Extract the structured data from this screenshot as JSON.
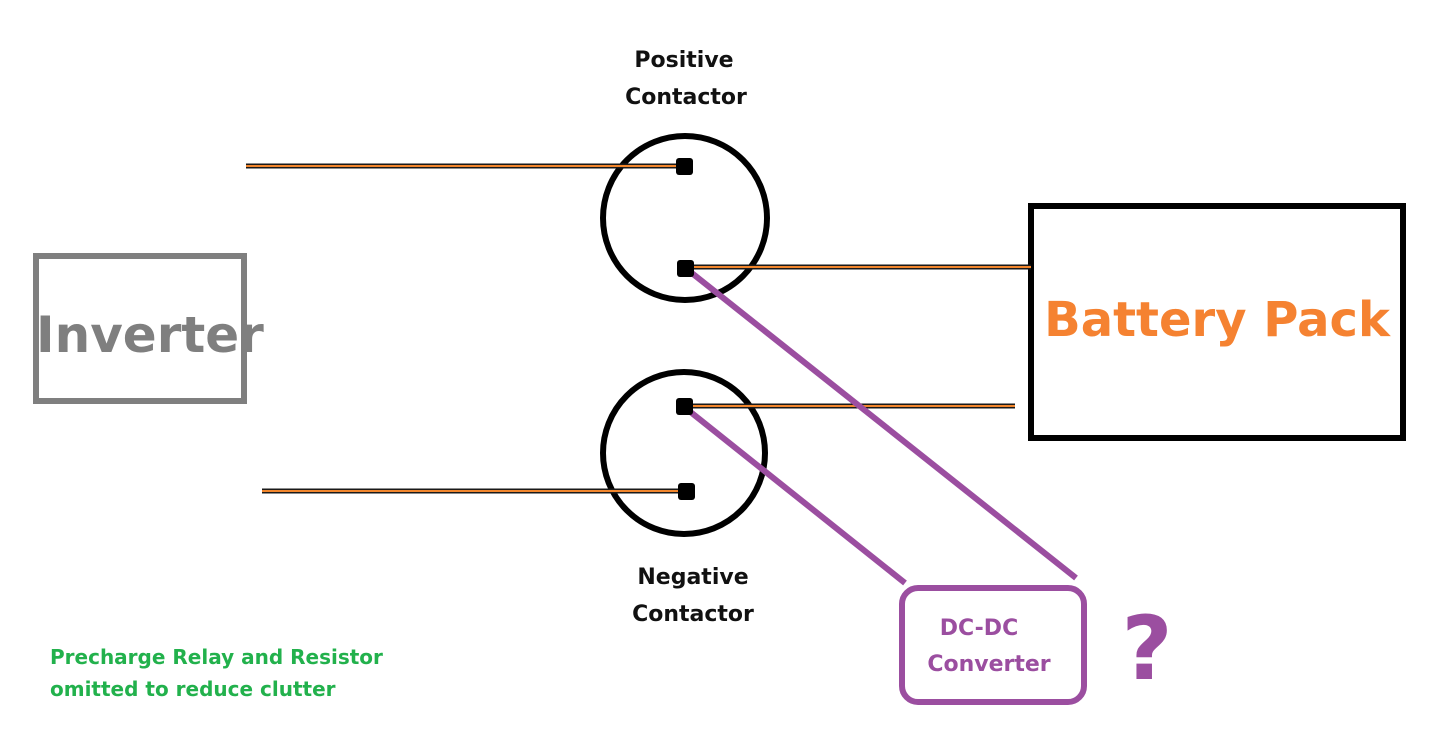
{
  "contactors": {
    "positive": {
      "line1": "Positive",
      "line2": "Contactor"
    },
    "negative": {
      "line1": "Negative",
      "line2": "Contactor"
    }
  },
  "inverter": {
    "label": "Inverter"
  },
  "battery_pack": {
    "label": "Battery Pack"
  },
  "dcdc_converter": {
    "line1": "DC-DC",
    "line2": "Converter",
    "query_mark": "?"
  },
  "note": {
    "line1": "Precharge Relay and Resistor",
    "line2": "omitted to reduce clutter"
  },
  "colors": {
    "wire": "#f2862c",
    "wire_edge": "#1a1a1a",
    "dcdc": "#9b4ea0",
    "inverter": "#7f7f7f",
    "battery_text": "#f58231",
    "note": "#22b14c",
    "outline": "#000000"
  }
}
